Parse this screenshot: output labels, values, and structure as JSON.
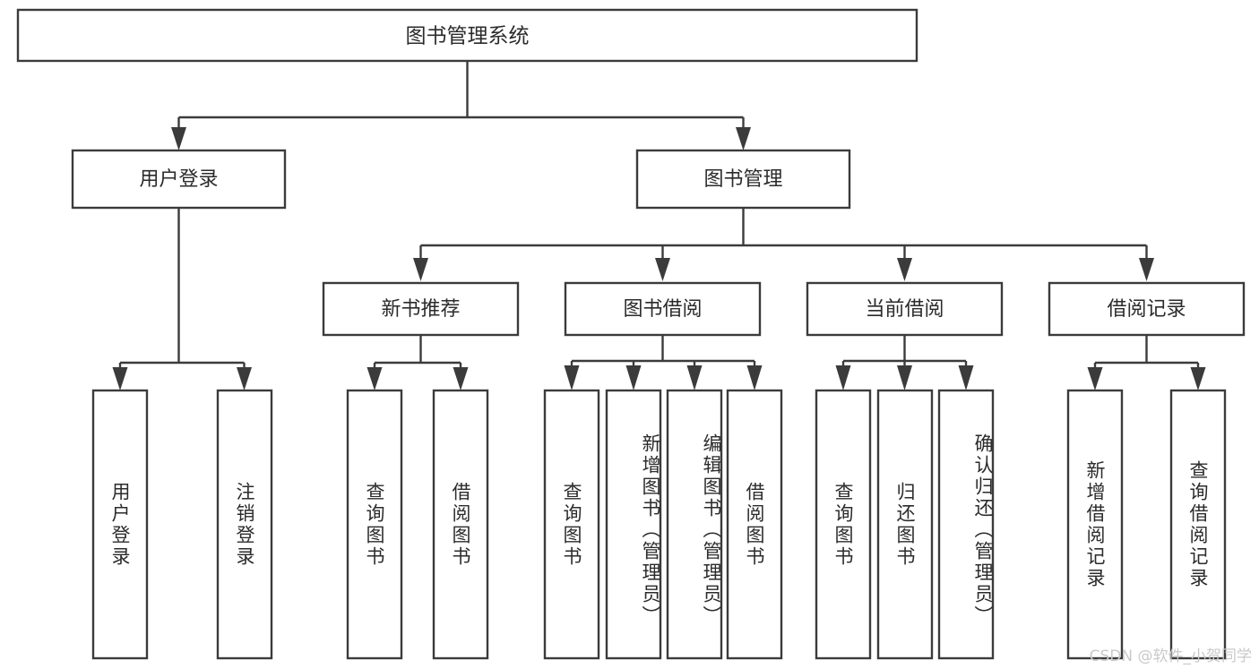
{
  "diagram": {
    "kind": "function-structure-tree",
    "root": {
      "id": "root",
      "label": "图书管理系统"
    },
    "level2": [
      {
        "id": "user-login",
        "label": "用户登录"
      },
      {
        "id": "book-manage",
        "label": "图书管理"
      }
    ],
    "level3": [
      {
        "id": "new-book-rec",
        "label": "新书推荐",
        "parent": "book-manage"
      },
      {
        "id": "book-borrow",
        "label": "图书借阅",
        "parent": "book-manage"
      },
      {
        "id": "current-borrow",
        "label": "当前借阅",
        "parent": "book-manage"
      },
      {
        "id": "borrow-record",
        "label": "借阅记录",
        "parent": "book-manage"
      }
    ],
    "leaves": [
      {
        "id": "leaf-user-login",
        "label": "用户登录",
        "parent": "user-login"
      },
      {
        "id": "leaf-user-logout",
        "label": "注销登录",
        "parent": "user-login"
      },
      {
        "id": "leaf-query-book-1",
        "label": "查询图书",
        "parent": "new-book-rec"
      },
      {
        "id": "leaf-borrow-book-1",
        "label": "借阅图书",
        "parent": "new-book-rec"
      },
      {
        "id": "leaf-query-book-2",
        "label": "查询图书",
        "parent": "book-borrow"
      },
      {
        "id": "leaf-add-book",
        "label": "新增图书（管理员）",
        "parent": "book-borrow"
      },
      {
        "id": "leaf-edit-book",
        "label": "编辑图书（管理员）",
        "parent": "book-borrow"
      },
      {
        "id": "leaf-borrow-book-2",
        "label": "借阅图书",
        "parent": "book-borrow"
      },
      {
        "id": "leaf-query-book-3",
        "label": "查询图书",
        "parent": "current-borrow"
      },
      {
        "id": "leaf-return-book",
        "label": "归还图书",
        "parent": "current-borrow"
      },
      {
        "id": "leaf-confirm-return",
        "label": "确认归还（管理员）",
        "parent": "current-borrow"
      },
      {
        "id": "leaf-add-record",
        "label": "新增借阅记录",
        "parent": "borrow-record"
      },
      {
        "id": "leaf-query-record",
        "label": "查询借阅记录",
        "parent": "borrow-record"
      }
    ]
  },
  "watermark": {
    "text": "CSDN @软件_小贺同学"
  },
  "colors": {
    "stroke": "#3b3b3b",
    "box_fill": "#ffffff",
    "text": "#2b2b2b",
    "background": "#ffffff",
    "watermark": "#c9c9c9"
  }
}
